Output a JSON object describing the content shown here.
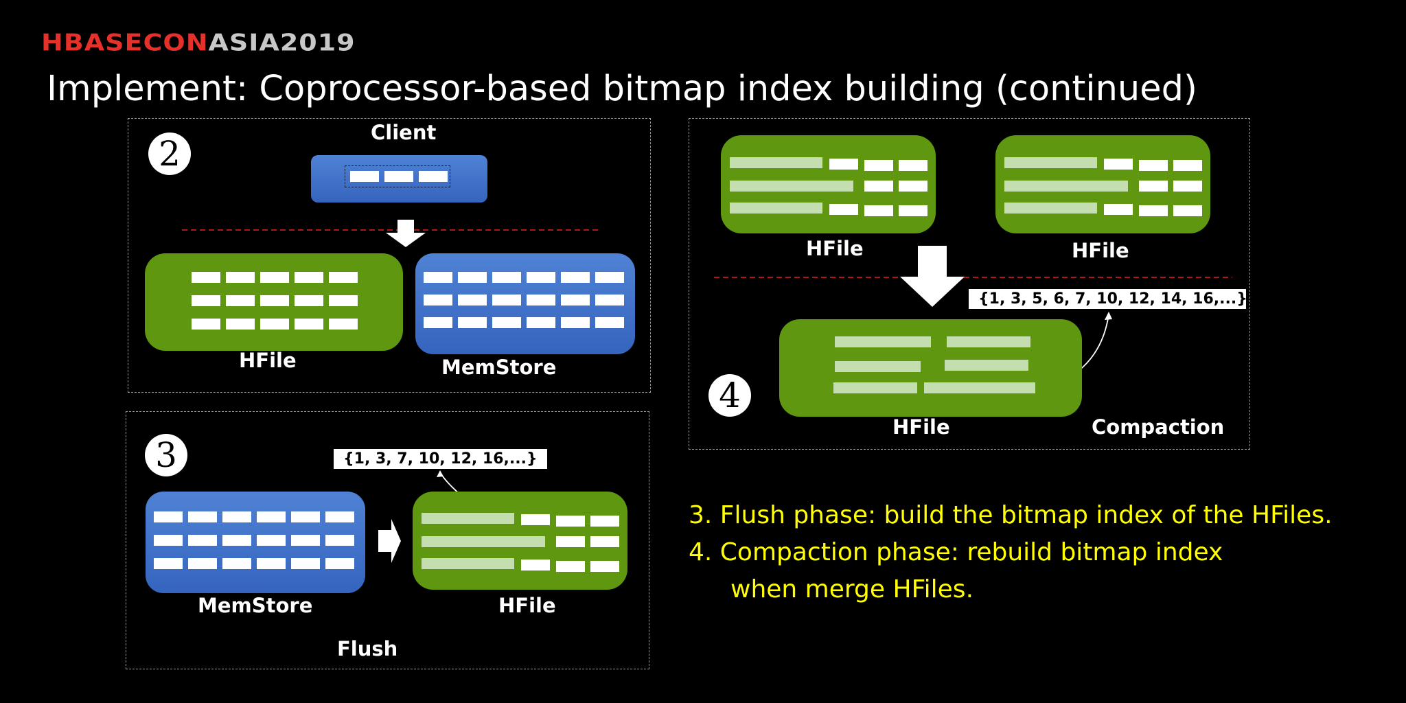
{
  "header": {
    "logo_red": "HBASECON",
    "logo_gray": "ASIA2019",
    "title": "Implement: Coprocessor-based bitmap index building (continued)"
  },
  "step2": {
    "number": "2",
    "client_label": "Client",
    "hfile_label": "HFile",
    "memstore_label": "MemStore"
  },
  "step3": {
    "number": "3",
    "index_set": "{1, 3, 7, 10, 12, 16,...}",
    "memstore_label": "MemStore",
    "hfile_label": "HFile",
    "caption": "Flush"
  },
  "step4": {
    "number": "4",
    "hfile_label_left": "HFile",
    "hfile_label_right": "HFile",
    "index_set": "{1, 3, 5, 6, 7, 10, 12, 14, 16,...}",
    "hfile_label_merged": "HFile",
    "caption": "Compaction"
  },
  "bullets": [
    "3. Flush phase: build the bitmap index of the HFiles.",
    "4. Compaction phase: rebuild bitmap index",
    "when merge HFiles."
  ],
  "colors": {
    "green_block": "#5f9710",
    "blue_block": "#4170c6",
    "bullet_text": "#ffff00",
    "divider": "#b01818"
  }
}
